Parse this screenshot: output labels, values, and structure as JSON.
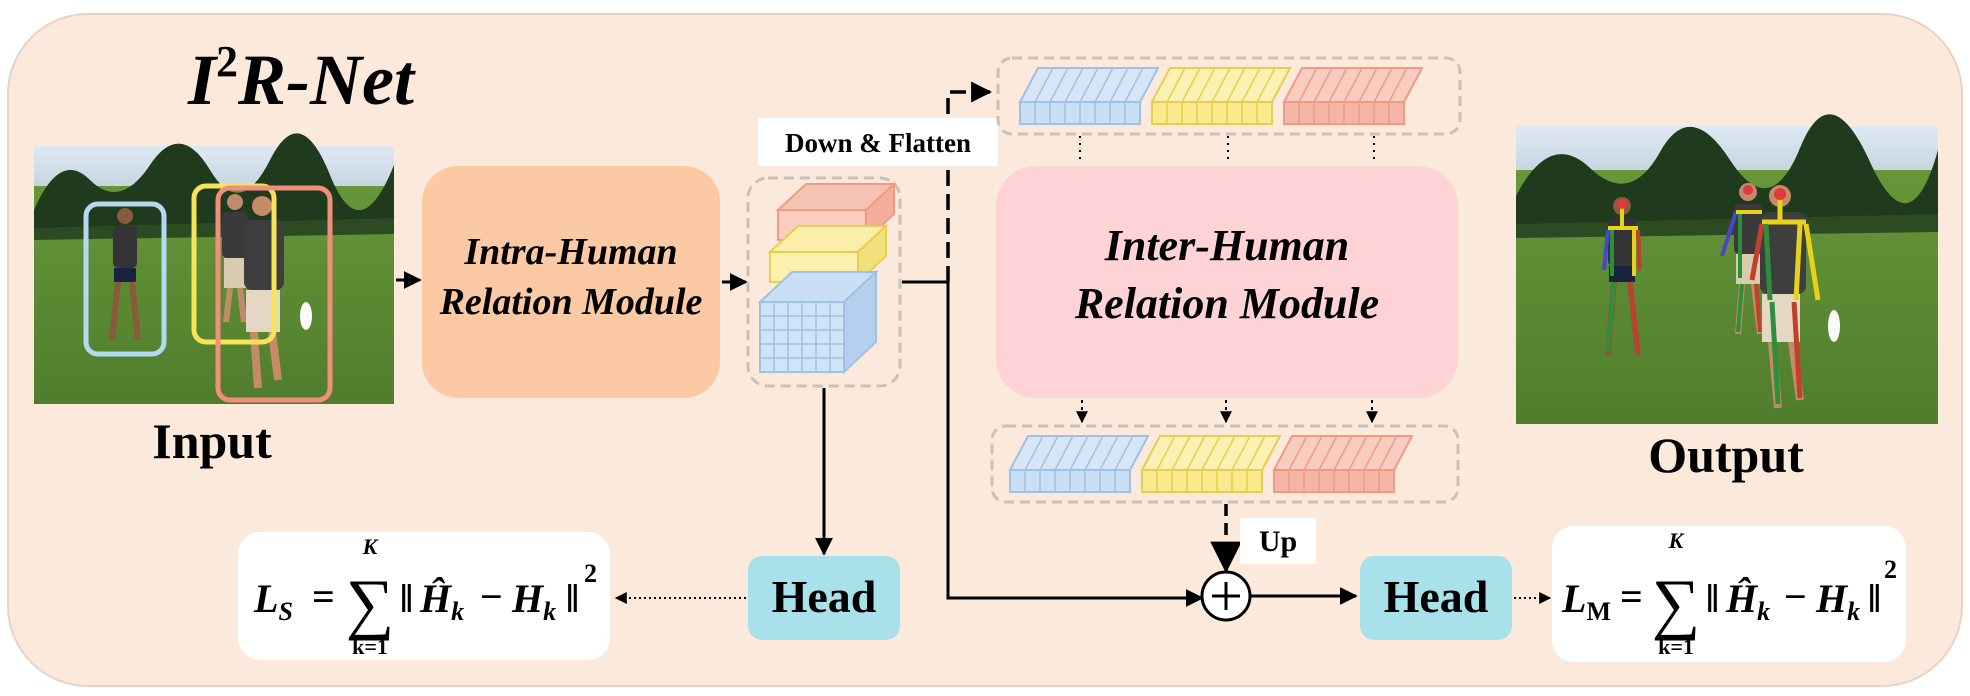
{
  "title": {
    "base": "I",
    "sup": "2",
    "rest": "R-Net"
  },
  "labels": {
    "input": "Input",
    "output": "Output",
    "intra_line1": "Intra-Human",
    "intra_line2": "Relation Module",
    "inter_line1": "Inter-Human",
    "inter_line2": "Relation Module",
    "down_flatten": "Down & Flatten",
    "up": "Up",
    "head_left": "Head",
    "head_right": "Head"
  },
  "loss_single": {
    "L": "L",
    "sub": "S",
    "sum_top": "K",
    "sum_bottom": "k=1",
    "hat": "Ĥ",
    "H": "H",
    "k": "k",
    "sq": "2"
  },
  "loss_multi": {
    "L": "L",
    "sub": "M",
    "sum_top": "K",
    "sum_bottom": "k=1",
    "hat": "Ĥ",
    "H": "H",
    "k": "k",
    "sq": "2"
  },
  "colors": {
    "background_panel": "#fbe9dc",
    "intra_module": "#fbcaa4",
    "inter_module": "#fdd3d6",
    "head_box": "#a8e1ea",
    "human_blue": "#b9d7f3",
    "human_yellow": "#f9e98a",
    "human_red": "#f6b6a9",
    "bbox_blue": "#b3daf0",
    "bbox_yellow": "#f7e45a",
    "bbox_red": "#f0907a"
  },
  "icons": {
    "input_photo": "photo-three-people-with-boxes",
    "output_photo": "photo-three-people-with-skeletons",
    "plus": "circled-plus-icon"
  }
}
